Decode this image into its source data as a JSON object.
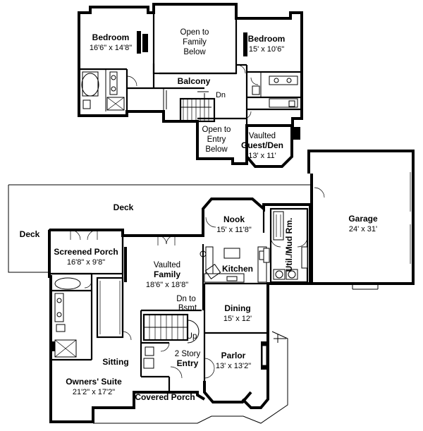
{
  "upper_floor": {
    "bedroom_left": {
      "name": "Bedroom",
      "dim": "16'6\" x 14'8\""
    },
    "open_family": {
      "lines": [
        "Open to",
        "Family",
        "Below"
      ]
    },
    "bedroom_right": {
      "name": "Bedroom",
      "dim": "15' x 10'6\""
    },
    "balcony": {
      "name": "Balcony"
    },
    "stair_dn": {
      "label": "Dn"
    },
    "open_entry": {
      "lines": [
        "Open to",
        "Entry",
        "Below"
      ]
    },
    "guest_den": {
      "line1": "Vaulted",
      "name": "Guest/Den",
      "dim": "13' x 11'"
    }
  },
  "main_floor": {
    "deck_top": {
      "name": "Deck"
    },
    "deck_left": {
      "name": "Deck"
    },
    "screened_porch": {
      "name": "Screened Porch",
      "dim": "16'8\" x 9'8\""
    },
    "family": {
      "line1": "Vaulted",
      "name": "Family",
      "dim": "18'6\" x 18'8\""
    },
    "nook": {
      "name": "Nook",
      "dim": "15' x 11'8\""
    },
    "kitchen": {
      "name": "Kitchen"
    },
    "util": {
      "name": "Util./Mud Rm."
    },
    "garage": {
      "name": "Garage",
      "dim": "24' x 31'"
    },
    "dn_bsmt": {
      "lines": [
        "Dn to",
        "Bsmt"
      ]
    },
    "stair_up": {
      "label": "Up"
    },
    "dining": {
      "name": "Dining",
      "dim": "15' x 12'"
    },
    "sitting": {
      "name": "Sitting"
    },
    "entry": {
      "line1": "2 Story",
      "name": "Entry"
    },
    "parlor": {
      "name": "Parlor",
      "dim": "13' x 13'2\""
    },
    "owners_suite": {
      "name": "Owners' Suite",
      "dim": "21'2\" x 17'2\""
    },
    "covered_porch": {
      "name": "Covered Porch"
    }
  }
}
